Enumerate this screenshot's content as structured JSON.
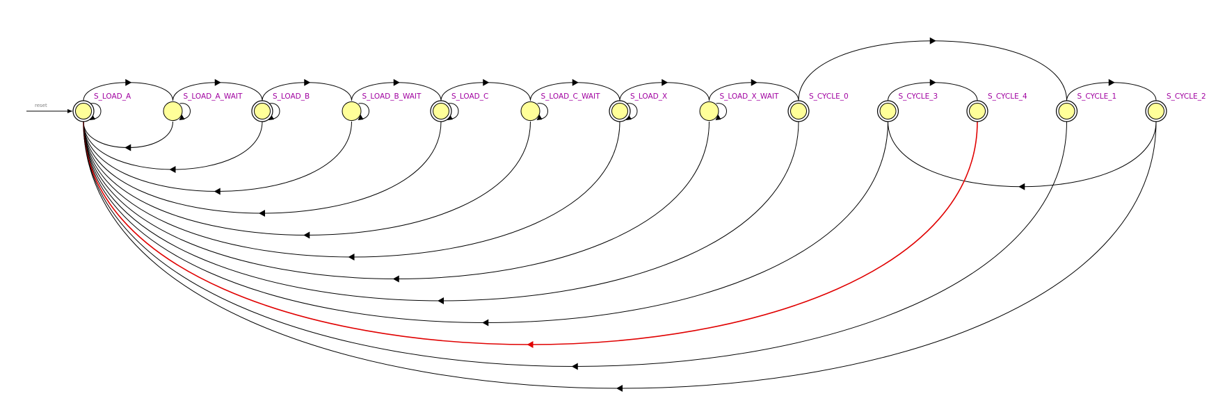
{
  "diagram": {
    "reset_label": "reset",
    "colors": {
      "state_fill": "#ffff99",
      "label": "#a000a0",
      "edge": "#000000",
      "highlight": "#e00000",
      "reset": "#808080"
    },
    "states": [
      {
        "id": "S_LOAD_A",
        "label": "S_LOAD_A",
        "double": true,
        "self_loop": true,
        "initial": true
      },
      {
        "id": "S_LOAD_A_WAIT",
        "label": "S_LOAD_A_WAIT",
        "double": false,
        "self_loop": true
      },
      {
        "id": "S_LOAD_B",
        "label": "S_LOAD_B",
        "double": true,
        "self_loop": true
      },
      {
        "id": "S_LOAD_B_WAIT",
        "label": "S_LOAD_B_WAIT",
        "double": false,
        "self_loop": true
      },
      {
        "id": "S_LOAD_C",
        "label": "S_LOAD_C",
        "double": true,
        "self_loop": true
      },
      {
        "id": "S_LOAD_C_WAIT",
        "label": "S_LOAD_C_WAIT",
        "double": false,
        "self_loop": true
      },
      {
        "id": "S_LOAD_X",
        "label": "S_LOAD_X",
        "double": true,
        "self_loop": true
      },
      {
        "id": "S_LOAD_X_WAIT",
        "label": "S_LOAD_X_WAIT",
        "double": false,
        "self_loop": true
      },
      {
        "id": "S_CYCLE_0",
        "label": "S_CYCLE_0",
        "double": true,
        "self_loop": false
      },
      {
        "id": "S_CYCLE_3",
        "label": "S_CYCLE_3",
        "double": true,
        "self_loop": false
      },
      {
        "id": "S_CYCLE_4",
        "label": "S_CYCLE_4",
        "double": true,
        "self_loop": false
      },
      {
        "id": "S_CYCLE_1",
        "label": "S_CYCLE_1",
        "double": true,
        "self_loop": false
      },
      {
        "id": "S_CYCLE_2",
        "label": "S_CYCLE_2",
        "double": true,
        "self_loop": false
      }
    ],
    "transitions_top": [
      {
        "from": "S_LOAD_A",
        "to": "S_LOAD_A_WAIT"
      },
      {
        "from": "S_LOAD_A_WAIT",
        "to": "S_LOAD_B"
      },
      {
        "from": "S_LOAD_B",
        "to": "S_LOAD_B_WAIT"
      },
      {
        "from": "S_LOAD_B_WAIT",
        "to": "S_LOAD_C"
      },
      {
        "from": "S_LOAD_C",
        "to": "S_LOAD_C_WAIT"
      },
      {
        "from": "S_LOAD_C_WAIT",
        "to": "S_LOAD_X"
      },
      {
        "from": "S_LOAD_X",
        "to": "S_LOAD_X_WAIT"
      },
      {
        "from": "S_LOAD_X_WAIT",
        "to": "S_CYCLE_0"
      },
      {
        "from": "S_CYCLE_3",
        "to": "S_CYCLE_4"
      },
      {
        "from": "S_CYCLE_1",
        "to": "S_CYCLE_2"
      },
      {
        "from": "S_CYCLE_0",
        "to": "S_CYCLE_1"
      }
    ],
    "transitions_return": [
      {
        "from": "S_LOAD_A_WAIT",
        "to": "S_LOAD_A",
        "highlight": false
      },
      {
        "from": "S_LOAD_B",
        "to": "S_LOAD_A",
        "highlight": false
      },
      {
        "from": "S_LOAD_B_WAIT",
        "to": "S_LOAD_A",
        "highlight": false
      },
      {
        "from": "S_LOAD_C",
        "to": "S_LOAD_A",
        "highlight": false
      },
      {
        "from": "S_LOAD_C_WAIT",
        "to": "S_LOAD_A",
        "highlight": false
      },
      {
        "from": "S_LOAD_X",
        "to": "S_LOAD_A",
        "highlight": false
      },
      {
        "from": "S_LOAD_X_WAIT",
        "to": "S_LOAD_A",
        "highlight": false
      },
      {
        "from": "S_CYCLE_0",
        "to": "S_LOAD_A",
        "highlight": false
      },
      {
        "from": "S_CYCLE_3",
        "to": "S_LOAD_A",
        "highlight": false
      },
      {
        "from": "S_CYCLE_4",
        "to": "S_LOAD_A",
        "highlight": true
      },
      {
        "from": "S_CYCLE_1",
        "to": "S_LOAD_A",
        "highlight": false
      },
      {
        "from": "S_CYCLE_2",
        "to": "S_LOAD_A",
        "highlight": false
      }
    ],
    "transitions_local_return": [
      {
        "from": "S_CYCLE_2",
        "to": "S_CYCLE_3"
      }
    ]
  }
}
